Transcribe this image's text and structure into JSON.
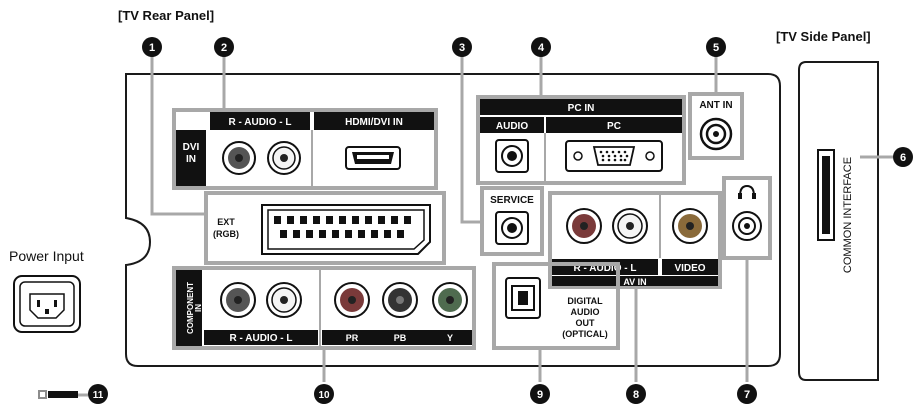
{
  "headers": {
    "rear": "[TV Rear Panel]",
    "side": "[TV Side Panel]"
  },
  "power_input_label": "Power Input",
  "callouts": [
    "1",
    "2",
    "3",
    "4",
    "5",
    "6",
    "7",
    "8",
    "9",
    "10",
    "11"
  ],
  "blocks": {
    "dvi_in": "DVI IN",
    "audio_rl": "R - AUDIO - L",
    "hdmi_dvi_in": "HDMI/DVI IN",
    "pc_in": "PC IN",
    "audio": "AUDIO",
    "pc": "PC",
    "ant_in": "ANT IN",
    "ext_rgb": "EXT (RGB)",
    "service": "SERVICE",
    "av_audio_rl": "R - AUDIO - L",
    "video": "VIDEO",
    "av_in": "AV IN",
    "component_in": "COMPONENT IN",
    "comp_audio_rl": "R - AUDIO - L",
    "pr": "PR",
    "pb": "PB",
    "y": "Y",
    "digital_audio_out": [
      "DIGITAL",
      "AUDIO",
      "OUT",
      "(OPTICAL)"
    ],
    "common_interface": "COMMON INTERFACE"
  },
  "colors": {
    "panel_line": "#1a1a1a",
    "frame_gray": "#a8a8a8",
    "label_black": "#111111",
    "jack_red": "#7a3a3a",
    "jack_green": "#4f6b4f",
    "jack_blue": "#3a4a6a",
    "jack_white": "#f4f4f4"
  },
  "icons": [
    "callout-circle-icon",
    "rca-jack-icon",
    "hdmi-port-icon",
    "vga-port-icon",
    "antenna-jack-icon",
    "scart-port-icon",
    "optical-port-icon",
    "headphone-icon",
    "power-socket-icon",
    "kensington-lock-icon"
  ]
}
